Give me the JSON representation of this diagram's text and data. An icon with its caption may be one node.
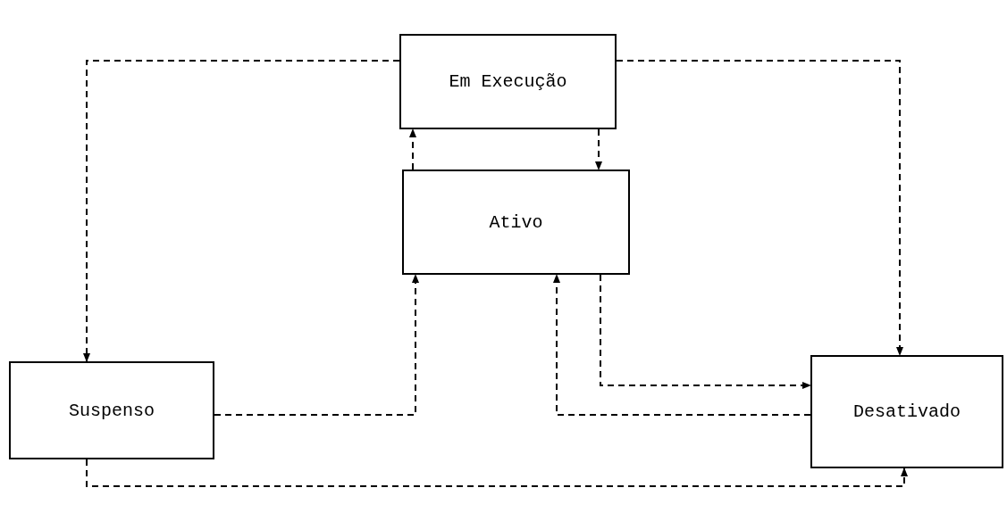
{
  "diagram": {
    "nodes": [
      {
        "text": [
          "Em Execução"
        ]
      },
      {
        "text": [
          "Ativo"
        ]
      },
      {
        "text": [
          "Suspenso"
        ]
      },
      {
        "text": [
          "Desativado"
        ]
      }
    ],
    "edges": [
      {
        "from": 0,
        "to": 2,
        "arrow": "to",
        "style": "dashed"
      },
      {
        "from": 0,
        "to": 3,
        "arrow": "to",
        "style": "dashed"
      },
      {
        "from": 1,
        "to": 0,
        "arrow": "to",
        "style": "dashed"
      },
      {
        "from": 0,
        "to": 1,
        "arrow": "to",
        "style": "dashed"
      },
      {
        "from": 2,
        "to": 1,
        "arrow": "to",
        "style": "dashed"
      },
      {
        "from": 1,
        "to": 3,
        "arrow": "to",
        "style": "dashed"
      },
      {
        "from": 3,
        "to": 1,
        "arrow": "to",
        "style": "dashed"
      },
      {
        "from": 2,
        "to": 3,
        "arrow": "to",
        "style": "dashed"
      }
    ]
  }
}
